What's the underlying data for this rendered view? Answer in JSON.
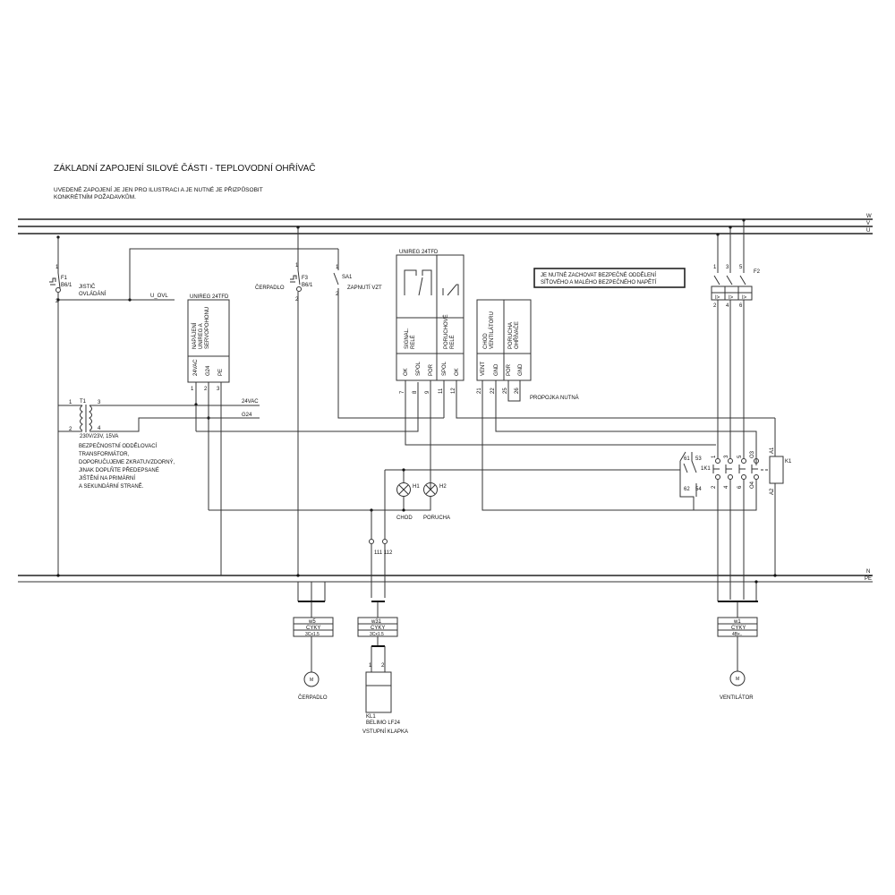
{
  "title": "ZÁKLADNÍ ZAPOJENÍ SILOVÉ ČÁSTI - TEPLOVODNÍ OHŘÍVAČ",
  "subtitle": [
    "UVEDENÉ ZAPOJENÍ JE JEN PRO ILUSTRACI A JE NUTNÉ JE PŘIZPŮSOBIT",
    "KONKRÉTNÍM POŽADAVKŮM."
  ],
  "buses": {
    "w": "W",
    "v": "V",
    "u": "U",
    "n": "N",
    "pe": "PE"
  },
  "f1": {
    "name": "F1",
    "rating": "B6/1",
    "label1": "JISTIČ",
    "label2": "OVLÁDÁNÍ",
    "pin_top": "1",
    "pin_bottom": "2"
  },
  "u_ovl": "U_OVL",
  "f3": {
    "name": "F3",
    "rating": "B6/1",
    "label": "ČERPADLO",
    "pin_top": "1",
    "pin_bottom": "2"
  },
  "sa1": {
    "name": "SA1",
    "label": "ZAPNUTÍ VZT",
    "pin_top": "1",
    "pin_bottom": "2"
  },
  "unireg_left": {
    "title": "UNIREG 24TFD",
    "label": [
      "NAPÁJENÍ",
      "UNIREG A",
      "SERVOPOHONU"
    ],
    "terminals": [
      "24VAC",
      "G24",
      "PE"
    ],
    "pins": [
      "1",
      "2",
      "3"
    ]
  },
  "unireg_right": {
    "title": "UNIREG 24TFD",
    "signal_label": [
      "SIGNAL.",
      "RELÉ"
    ],
    "fault_label": [
      "PORUCHOVÉ",
      "RELÉ"
    ],
    "fan_label": [
      "CHOD",
      "VENTILÁTORU"
    ],
    "heater_label": [
      "PORUCHA",
      "OHŘÍVAČE"
    ],
    "terminals": [
      "OK",
      "SPOL",
      "POR",
      "SPOL",
      "OK",
      "VENT",
      "GND",
      "POR",
      "GND"
    ],
    "pins": [
      "7",
      "8",
      "9",
      "11",
      "12",
      "21",
      "22",
      "25",
      "26"
    ]
  },
  "propojka": "PROPOJKA NUTNÁ",
  "note": [
    "JE NUTNÉ ZACHOVAT BEZPEČNÉ ODDĚLENÍ",
    "SÍŤOVÉHO A MALÉHO BEZPEČNÉHO NAPĚTÍ"
  ],
  "f2": {
    "name": "F2",
    "pins_top": [
      "1",
      "3",
      "5"
    ],
    "pins_bottom": [
      "2",
      "4",
      "6"
    ],
    "trip": "I>"
  },
  "t1": {
    "name": "T1",
    "rating": "230V/23V, 15VA",
    "pins": [
      "1",
      "2",
      "3",
      "4"
    ],
    "out1": "24VAC",
    "out2": "G24",
    "desc": [
      "BEZPEČNOSTNÍ ODDĚLOVACÍ",
      "TRANSFORMÁTOR,",
      "DOPORUČUJEME ZKRATUVZDORNÝ,",
      "JINAK DOPLŇTE PŘEDEPSANÉ",
      "JIŠTĚNÍ NA PRIMÁRNÍ",
      "A SEKUNDÁRNÍ STRANĚ."
    ]
  },
  "lamps": {
    "h1": "H1",
    "h2": "H2",
    "h1_label": "CHOD",
    "h2_label": "PORUCHA"
  },
  "terminals_111": "111 112",
  "k1": {
    "name": "K1",
    "aux": "1K1",
    "a1": "A1",
    "a2": "A2",
    "aux_pins": [
      "61",
      "62",
      "53",
      "54"
    ],
    "main_top": [
      "1",
      "3",
      "5",
      "O3"
    ],
    "main_bottom": [
      "2",
      "4",
      "6",
      "O4"
    ]
  },
  "cables": [
    {
      "id": "w5",
      "type": "CYKY",
      "size": "3Cx1.5"
    },
    {
      "id": "w31",
      "type": "CYKY",
      "size": "3Cx1.5"
    },
    {
      "id": "w1",
      "type": "CYKY",
      "size": "4Bx.."
    }
  ],
  "motor_symbol": "M",
  "pump_label": "ČERPADLO",
  "damper": {
    "name": "KL1",
    "model": "BELIMO LF24",
    "label": "VSTUPNÍ KLAPKA",
    "pins": [
      "1",
      "2"
    ]
  },
  "fan_label": "VENTILÁTOR"
}
